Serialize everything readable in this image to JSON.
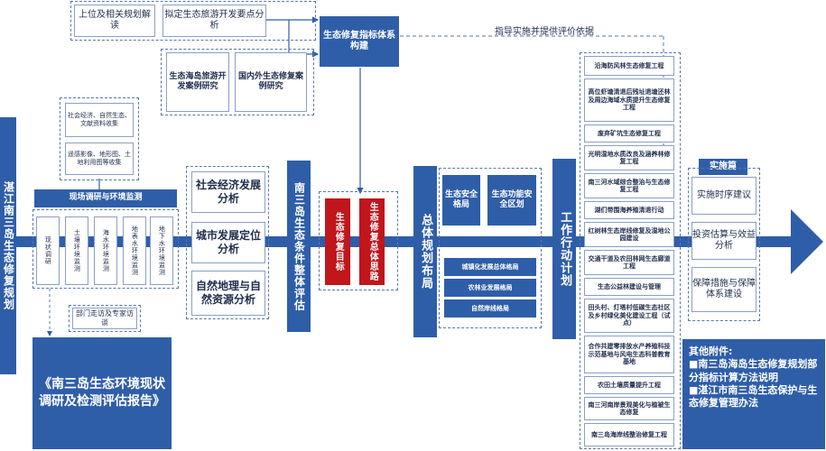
{
  "left_title": "湛江南三岛生态修复规划",
  "top_boxes": {
    "plan_reading": "上位及相关规划解读",
    "tourism_points": "拟定生态旅游开发要点分析"
  },
  "case_boxes": {
    "island_cases": "生态海岛旅游开发案例研究",
    "restoration_cases": "国内外生态修复案例研究"
  },
  "data_collect": {
    "socio_docs": "社会经济、自然生态、文献资料收集",
    "remote_sensing": "遥感影像、地形图、土地利用图等收集"
  },
  "field_survey": {
    "title": "现场调研与环境监测",
    "items": [
      "现状调研",
      "土壤环境监测",
      "海水环境监测",
      "地表水环境监测",
      "地下水环境监测"
    ]
  },
  "interviews": "部门走访及专家访谈",
  "report_title": "《南三岛生态环境现状调研及检测评估报告》",
  "analysis": {
    "socio": "社会经济发展分析",
    "city": "城市发展定位分析",
    "natural": "自然地理与自然资源分析"
  },
  "eval_column": "南三岛生态条件整体评估",
  "indicator_system": "生态修复指标体系构建",
  "guide_text": "指导实施并提供评价依据",
  "red_boxes": {
    "target": "生态修复目标",
    "strategy": "生态修复总体思路"
  },
  "overall_layout": {
    "title": "总体规划布局",
    "security": "生态安全格局",
    "function_zone": "生态功能安全区划",
    "layouts": [
      "城镇化发展总体格局",
      "农林业发展格局",
      "自然岸线格局"
    ]
  },
  "action_plan": "工作行动计划",
  "projects": [
    "沿海防风林生态修复工程",
    "高位虾塘清退后残址退塘还林及周边海域水质提升生态修复工程",
    "废弃矿坑生态修复工程",
    "光明湿地水质改良及涵养林修复工程",
    "南三河水域综合整治与生态修复工程",
    "湖们带围海养殖清退行动",
    "红树林生态岸线修复及湿地公园建设",
    "交通干道及农田林网生态廊道工程",
    "生态公益林建设与管理",
    "田头村、灯塔村低碳生态社区及乡村绿化美化建设工程（试点）",
    "合作共建零排放水产养殖科技示范基地与风电生态科普教育基地",
    "农田土壤质量提升工程",
    "南三河南岸景观美化与植被生态修复",
    "南三岛海岸线整治修复工程"
  ],
  "implementation": {
    "title": "实施篇",
    "items": [
      "实施时序建议",
      "投资估算与效益分析",
      "保障措施与保障体系建设"
    ]
  },
  "attachments": {
    "title": "其他附件:",
    "items": [
      "■南三岛海岛生态修复规划部分指标计算方法说明",
      "■湛江市南三岛生态保护与生态修复管理办法"
    ]
  }
}
